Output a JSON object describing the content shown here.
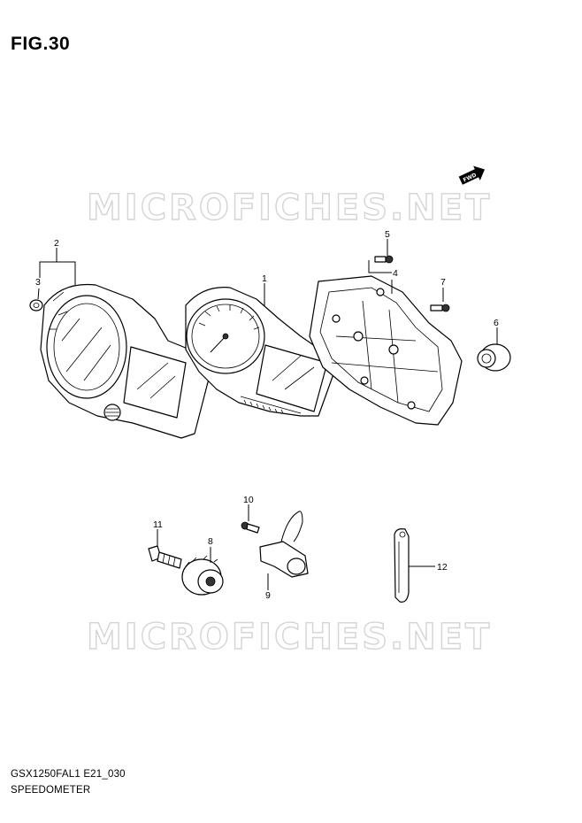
{
  "figure": {
    "title": "FIG.30"
  },
  "watermark": {
    "text": "MICROFICHES.NET"
  },
  "direction_badge": {
    "text": "FWD"
  },
  "callouts": [
    {
      "id": "1",
      "label": "1"
    },
    {
      "id": "2",
      "label": "2"
    },
    {
      "id": "3",
      "label": "3"
    },
    {
      "id": "4",
      "label": "4"
    },
    {
      "id": "5",
      "label": "5"
    },
    {
      "id": "6",
      "label": "6"
    },
    {
      "id": "7",
      "label": "7"
    },
    {
      "id": "8",
      "label": "8"
    },
    {
      "id": "9",
      "label": "9"
    },
    {
      "id": "10",
      "label": "10"
    },
    {
      "id": "11",
      "label": "11"
    },
    {
      "id": "12",
      "label": "12"
    }
  ],
  "footer": {
    "diagram_code": "GSX1250FAL1 E21_030",
    "diagram_name": "SPEEDOMETER"
  }
}
